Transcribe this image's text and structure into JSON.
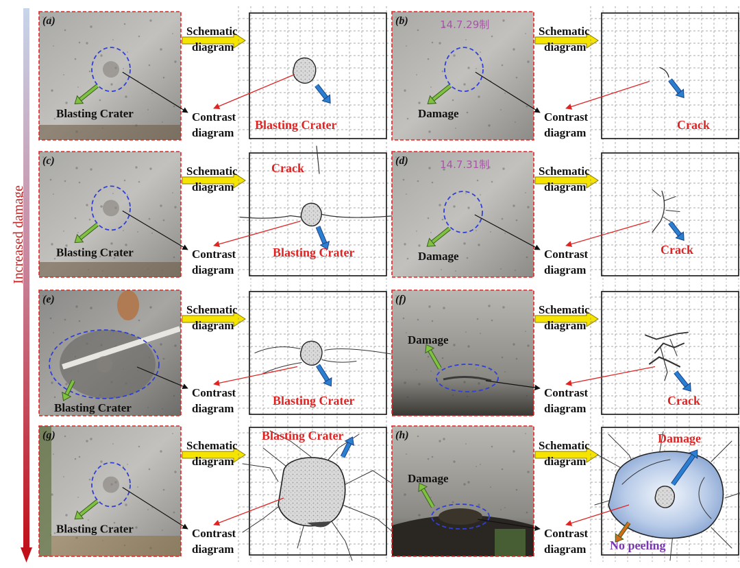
{
  "side_axis_label": "Increased damage",
  "labels": {
    "schematic_line1": "Schematic",
    "schematic_line2": "diagram",
    "contrast_line1": "Contrast",
    "contrast_line2": "diagram"
  },
  "colors": {
    "red": "#e02424",
    "blue_ellipse": "#2f3fd8",
    "yellow_arrow": "#f5e400",
    "green_arrow": "#7fc241",
    "blue_arrow": "#2a7fd0",
    "orange_arrow": "#d46e1e",
    "purple_text": "#7a35b0",
    "gradient_top": "#c7d5ea",
    "gradient_bottom": "#c0101a"
  },
  "panels": [
    {
      "id": "a",
      "letter": "(a)",
      "photo_label": "Blasting Crater",
      "schematic_label": "Blasting Crater",
      "photo_handwriting": "",
      "type": "crater-small"
    },
    {
      "id": "b",
      "letter": "(b)",
      "photo_label": "Damage",
      "schematic_label": "Crack",
      "photo_handwriting": "14.7.29制",
      "type": "crack-small"
    },
    {
      "id": "c",
      "letter": "(c)",
      "photo_label": "Blasting Crater",
      "schematic_label": "Blasting Crater",
      "schematic_label_2": "Crack",
      "photo_handwriting": "",
      "type": "crater-crack"
    },
    {
      "id": "d",
      "letter": "(d)",
      "photo_label": "Damage",
      "schematic_label": "Crack",
      "photo_handwriting": "14.7.31制",
      "type": "crack-branch"
    },
    {
      "id": "e",
      "letter": "(e)",
      "photo_label": "Blasting Crater",
      "schematic_label": "Blasting Crater",
      "photo_handwriting": "",
      "type": "crater-cracks"
    },
    {
      "id": "f",
      "letter": "(f)",
      "photo_label": "Damage",
      "schematic_label": "Crack",
      "photo_handwriting": "",
      "type": "crack-cluster"
    },
    {
      "id": "g",
      "letter": "(g)",
      "photo_label": "Blasting Crater",
      "schematic_label": "Blasting Crater",
      "photo_handwriting": "",
      "type": "crater-large"
    },
    {
      "id": "h",
      "letter": "(h)",
      "photo_label": "Damage",
      "schematic_label": "Damage",
      "schematic_label_2": "No peeling",
      "photo_handwriting": "",
      "type": "damage-spall"
    }
  ]
}
